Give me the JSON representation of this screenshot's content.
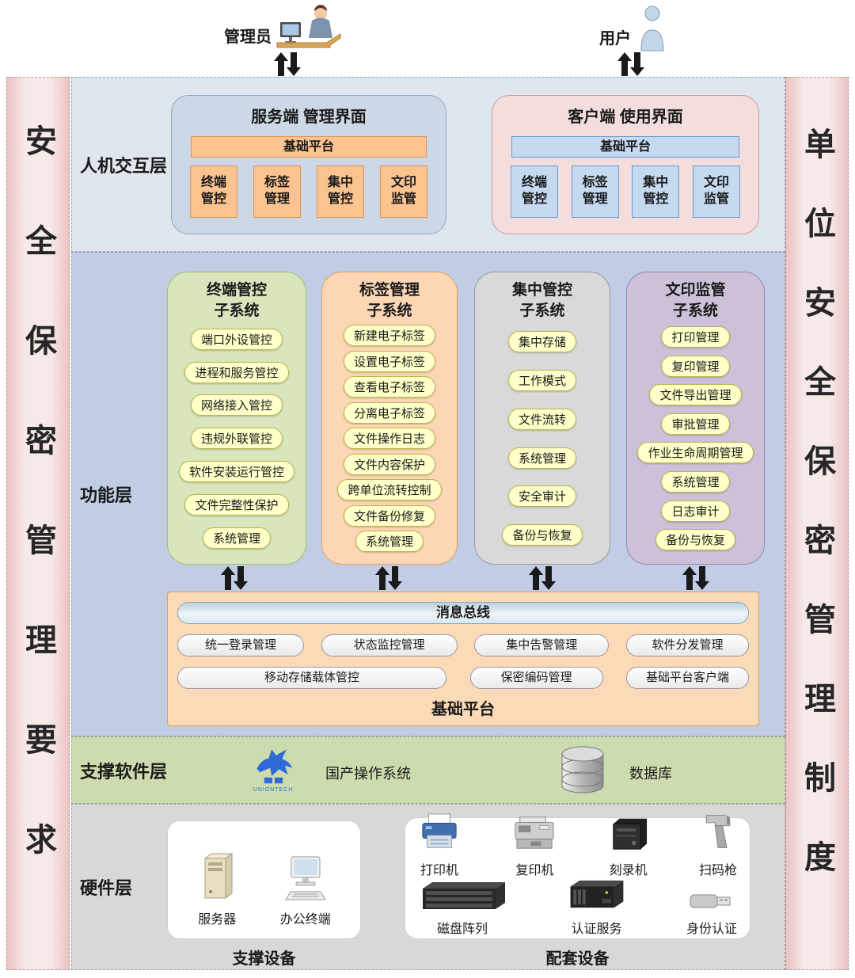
{
  "side_bars": {
    "left": "安全保密管理要求",
    "right": "单位安全保密管理制度"
  },
  "actors": {
    "admin_label": "管理员",
    "user_label": "用户"
  },
  "interaction_layer": {
    "label": "人机交互层",
    "server_panel": {
      "title": "服务端 管理界面",
      "platform_label": "基础平台",
      "modules": [
        "终端\n管控",
        "标签\n管理",
        "集中\n管控",
        "文印\n监管"
      ]
    },
    "client_panel": {
      "title": "客户端 使用界面",
      "platform_label": "基础平台",
      "modules": [
        "终端\n管控",
        "标签\n管理",
        "集中\n管控",
        "文印\n监管"
      ]
    }
  },
  "function_layer": {
    "label": "功能层",
    "subsystems": [
      {
        "title": "终端管控\n子系统",
        "items": [
          "端口外设管控",
          "进程和服务管控",
          "网络接入管控",
          "违规外联管控",
          "软件安装运行管控",
          "文件完整性保护",
          "系统管理"
        ]
      },
      {
        "title": "标签管理\n子系统",
        "items": [
          "新建电子标签",
          "设置电子标签",
          "查看电子标签",
          "分离电子标签",
          "文件操作日志",
          "文件内容保护",
          "跨单位流转控制",
          "文件备份修复",
          "系统管理"
        ]
      },
      {
        "title": "集中管控\n子系统",
        "items": [
          "集中存储",
          "工作模式",
          "文件流转",
          "系统管理",
          "安全审计",
          "备份与恢复"
        ]
      },
      {
        "title": "文印监管\n子系统",
        "items": [
          "打印管理",
          "复印管理",
          "文件导出管理",
          "审批管理",
          "作业生命周期管理",
          "系统管理",
          "日志审计",
          "备份与恢复"
        ]
      }
    ],
    "platform": {
      "bus_label": "消息总线",
      "row1": [
        "统一登录管理",
        "状态监控管理",
        "集中告警管理",
        "软件分发管理"
      ],
      "row2": [
        "移动存储载体管控",
        "保密编码管理",
        "基础平台客户端"
      ],
      "caption": "基础平台"
    }
  },
  "software_layer": {
    "label": "支撑软件层",
    "os_label": "国产操作系统",
    "os_brand": "UNIONTECH",
    "db_label": "数据库"
  },
  "hardware_layer": {
    "label": "硬件层",
    "support_group": {
      "caption": "支撑设备",
      "items": [
        "服务器",
        "办公终端"
      ]
    },
    "companion_group": {
      "caption": "配套设备",
      "row1": [
        "打印机",
        "复印机",
        "刻录机",
        "扫码枪"
      ],
      "row2": [
        "磁盘阵列",
        "认证服务",
        "身份认证"
      ]
    }
  },
  "colors": {
    "accent_orange": "#fbc390",
    "accent_blue": "#c5d9f1",
    "pill_yellow": "#ffffc9",
    "function_layer_bg": "#c1cde5",
    "software_layer_bg": "#cddcae",
    "side_bar_pink": "#eac3c3"
  }
}
